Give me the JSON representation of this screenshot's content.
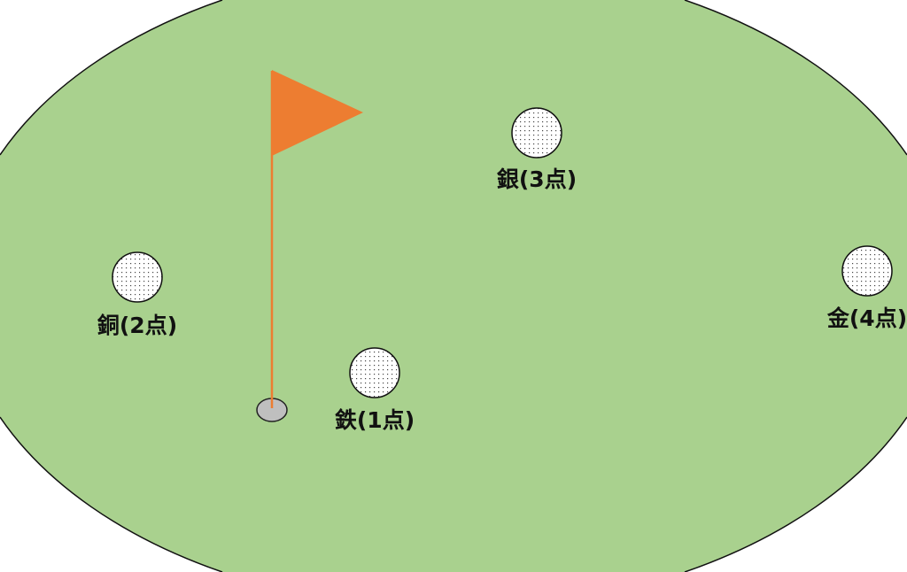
{
  "colors": {
    "green": "#a9d18e",
    "flag": "#ed7d31",
    "hole": "#bfbfbf"
  },
  "balls": [
    {
      "id": "silver",
      "label": "銀(3点)"
    },
    {
      "id": "copper",
      "label": "銅(2点)"
    },
    {
      "id": "iron",
      "label": "鉄(1点)"
    },
    {
      "id": "gold",
      "label": "金(4点)"
    }
  ]
}
